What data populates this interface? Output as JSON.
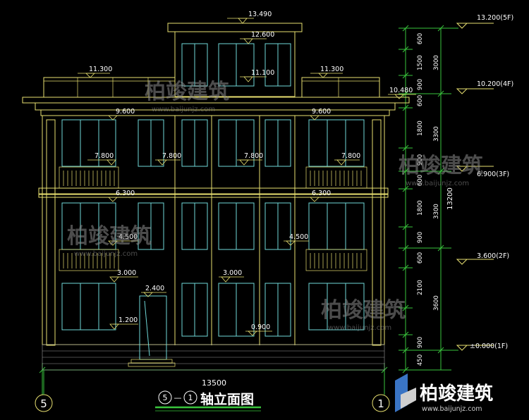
{
  "drawing": {
    "title_prefix_left": "5",
    "title_dash": "—",
    "title_prefix_right": "1",
    "title_text": "轴立面图",
    "axis_left": "5",
    "axis_right": "1"
  },
  "elevations": {
    "top": "13.490",
    "roof_stair": "12.600",
    "parapet_mid": "11.100",
    "parapet_left": "11.300",
    "parapet_right": "11.300",
    "eave": "10.480",
    "f4_left": "9.600",
    "f4_right": "9.600",
    "sill_a": "7.800",
    "sill_b": "7.800",
    "sill_c": "7.800",
    "sill_d": "7.800",
    "f3_left": "6.300",
    "f3_right": "6.300",
    "sill_e": "4.500",
    "sill_f": "4.500",
    "head_a": "3.000",
    "head_b": "3.000",
    "door_top": "2.400",
    "sill_g": "1.200",
    "sill_h": "0.900"
  },
  "levels": {
    "l5": "13.200(5F)",
    "l4": "10.200(4F)",
    "l3": "6.900(3F)",
    "l2": "3.600(2F)",
    "l1": "±0.000(1F)"
  },
  "dims": {
    "d1": "600",
    "d2": "1500",
    "d3": "900",
    "d4": "600",
    "d5": "1800",
    "d6": "900",
    "d7": "600",
    "d8": "1800",
    "d9": "900",
    "d10": "600",
    "d11": "2100",
    "d12": "900",
    "d13": "450",
    "s1": "3000",
    "s2": "3300",
    "s3": "3300",
    "s4": "3600",
    "total_height": "13200",
    "total_width": "13500"
  },
  "watermark": {
    "brand": "柏竣建筑",
    "url": "www.baijunjz.com"
  },
  "colors": {
    "facade_line": "#e8e070",
    "window_line": "#6fd8d8",
    "dim_line": "#39c43c",
    "text": "#ffffff",
    "brick": "#9a9a9a",
    "watermark": "#8a8a8a",
    "logo_blue": "#3a74c4"
  }
}
